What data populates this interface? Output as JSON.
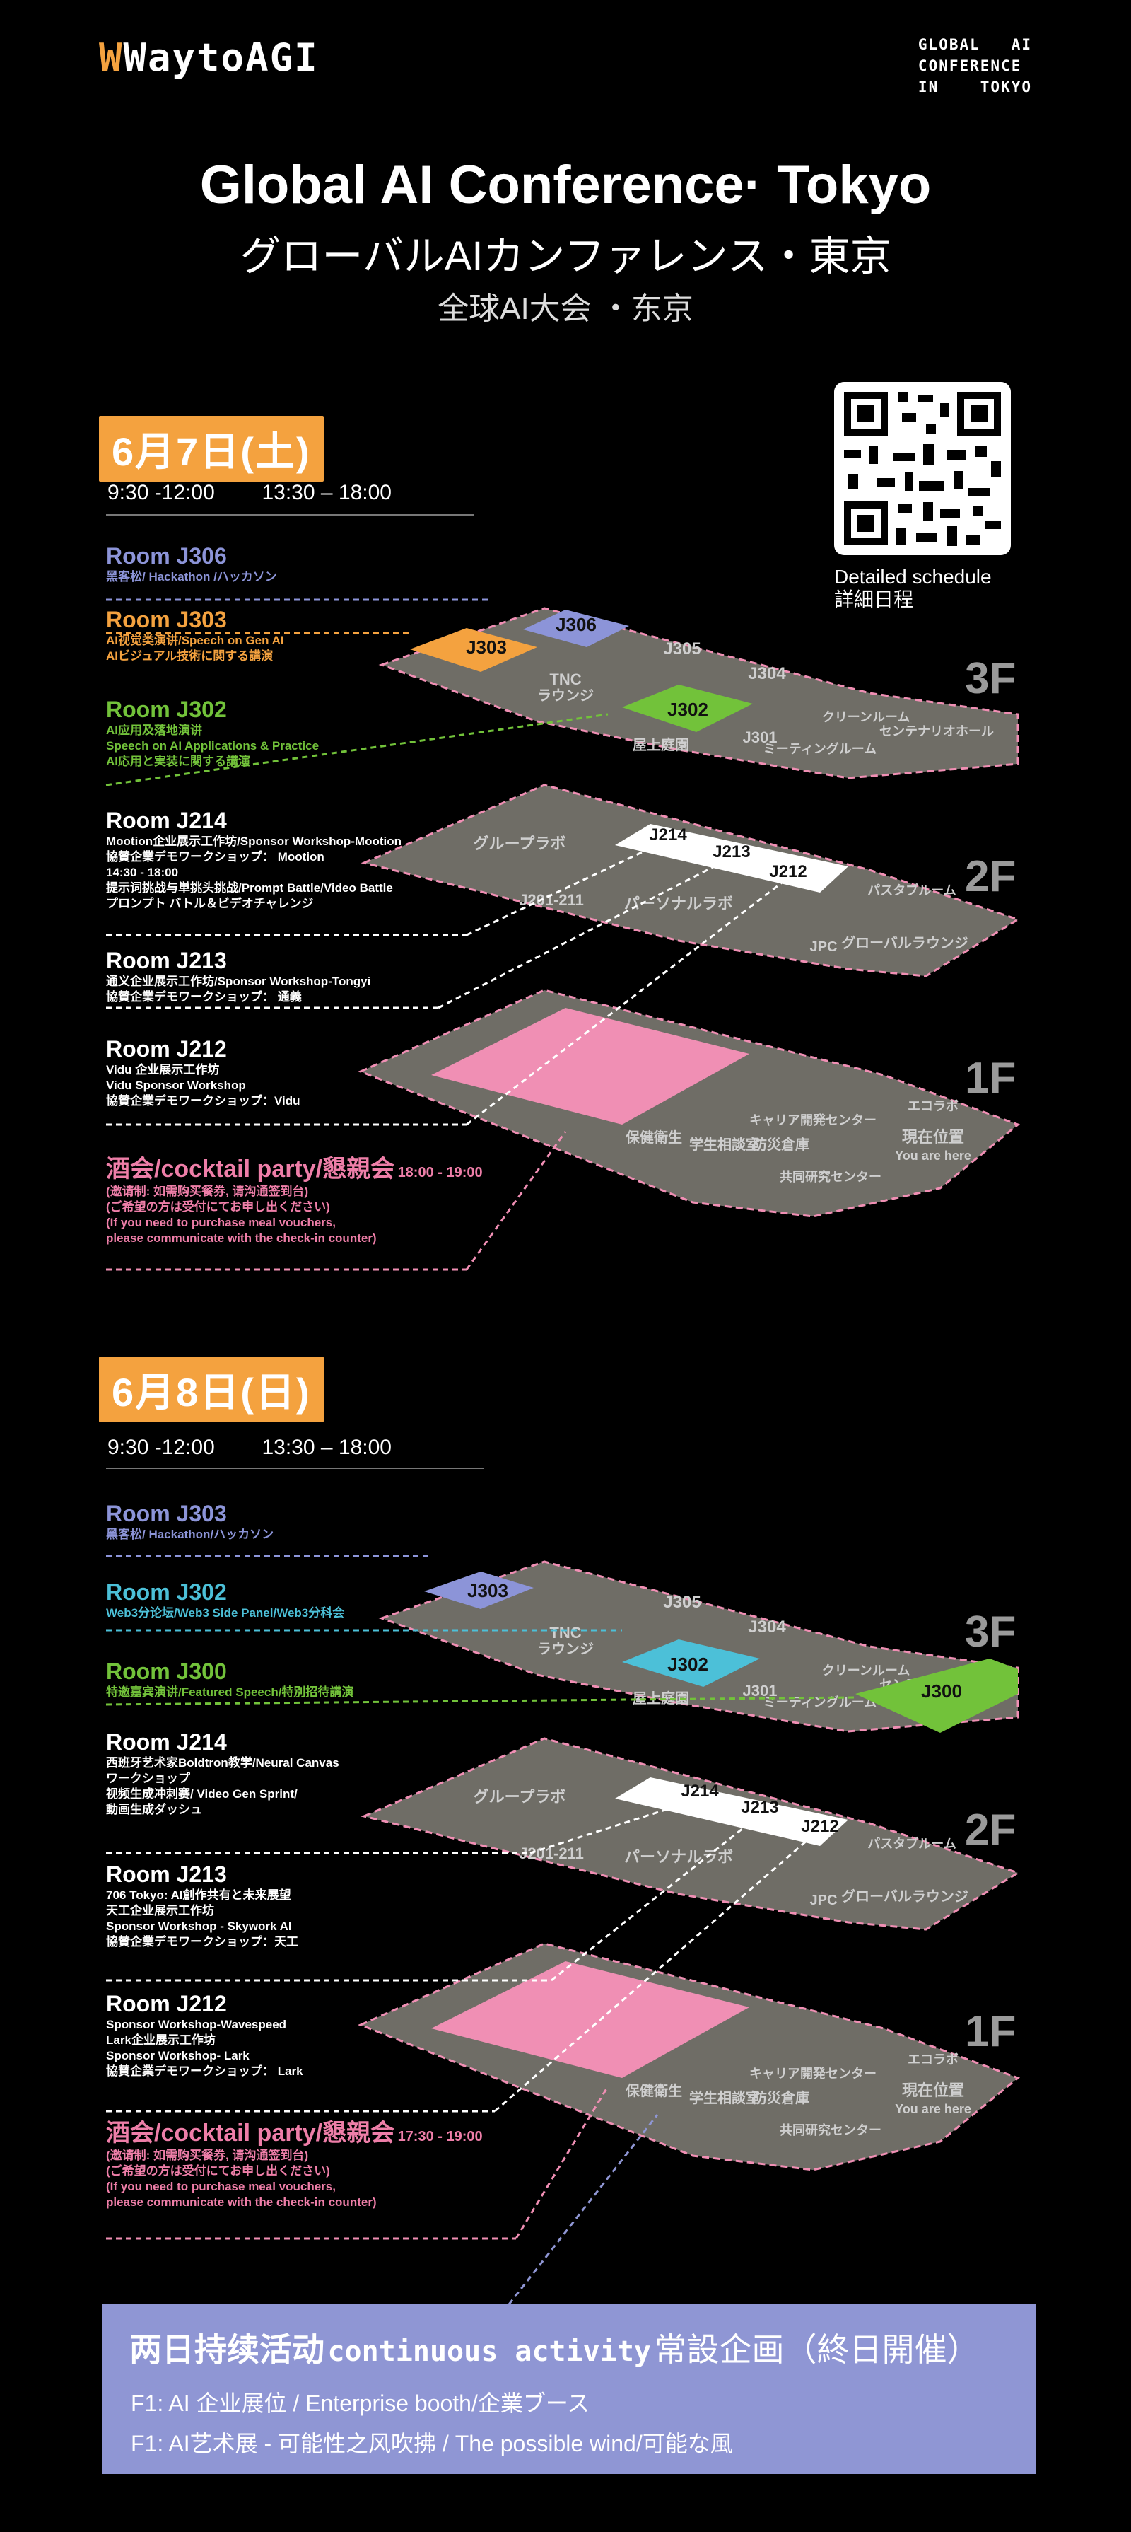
{
  "header": {
    "logo": "WaytoAGI",
    "conference_tag": "GLOBAL   AI\nCONFERENCE\nIN    TOKYO",
    "title_en": "Global AI Conference·  Tokyo",
    "title_ja": "グローバルAIカンファレンス・東京",
    "title_zh": "全球AI大会 ・东京"
  },
  "qr": {
    "label_en": "Detailed schedule",
    "label_ja": "詳細日程"
  },
  "day1": {
    "date": "6月7日(土)",
    "times": "9:30 -12:00        13:30 – 18:00",
    "rooms": [
      {
        "name": "Room J306",
        "color": "#8c94d8",
        "lines": [
          "黑客松/ Hackathon /ハッカソン"
        ]
      },
      {
        "name": "Room J303",
        "color": "#f4a23f",
        "lines": [
          "AI视觉类演讲/Speech on Gen AI",
          "AIビジュアル技術に関する講演"
        ]
      },
      {
        "name": "Room J302",
        "color": "#72c23a",
        "lines": [
          "AI应用及落地演讲",
          "Speech on AI Applications & Practice",
          "AI応用と実装に関する講演"
        ]
      },
      {
        "name": "Room J214",
        "color": "#ffffff",
        "lines": [
          "Mootion企业展示工作坊/Sponsor Workshop-Mootion",
          "協賛企業デモワークショップ： Mootion",
          "14:30 - 18:00",
          "提示词挑战与単挑头挑战/Prompt Battle/Video Battle",
          "プロンプト バトル＆ビデオチャレンジ"
        ]
      },
      {
        "name": "Room J213",
        "color": "#ffffff",
        "lines": [
          "通义企业展示工作坊/Sponsor Workshop-Tongyi",
          "協賛企業デモワークショップ： 通義"
        ]
      },
      {
        "name": "Room J212",
        "color": "#ffffff",
        "lines": [
          "Vidu 企业展示工作坊",
          "Vidu Sponsor Workshop",
          "協賛企業デモワークショップ：Vidu"
        ]
      }
    ],
    "party": {
      "title": "酒会/cocktail party/懇親会",
      "time": "18:00 - 19:00",
      "lines": [
        "(邀请制: 如需购买餐券, 请沟通签到台)",
        "(ご希望の方は受付にてお申し出ください)",
        "(If you need to purchase meal vouchers,",
        "please communicate with the check-in counter)"
      ]
    }
  },
  "day2": {
    "date": "6月8日(日)",
    "times": "9:30 -12:00        13:30 – 18:00",
    "rooms": [
      {
        "name": "Room J303",
        "color": "#8c94d8",
        "lines": [
          "黑客松/ Hackathon/ハッカソン"
        ]
      },
      {
        "name": "Room J302",
        "color": "#4cc0d8",
        "lines": [
          "Web3分论坛/Web3 Side Panel/Web3分科会"
        ]
      },
      {
        "name": "Room J300",
        "color": "#72c23a",
        "lines": [
          "特邀嘉宾演讲/Featured Speech/特別招待講演"
        ]
      },
      {
        "name": "Room J214",
        "color": "#ffffff",
        "lines": [
          "西班牙艺术家Boldtron教学/Neural Canvas",
          "ワークショップ",
          "视频生成冲刺赛/ Video Gen Sprint/",
          "動画生成ダッシュ"
        ]
      },
      {
        "name": "Room J213",
        "color": "#ffffff",
        "lines": [
          "706 Tokyo:  AI創作共有と未来展望",
          "天工企业展示工作坊",
          "Sponsor  Workshop - Skywork AI",
          "協賛企業デモワークショップ：天工"
        ]
      },
      {
        "name": "Room J212",
        "color": "#ffffff",
        "lines": [
          "Sponsor Workshop-Wavespeed",
          "Lark企业展示工作坊",
          "Sponsor Workshop- Lark",
          "協賛企業デモワークショップ： Lark"
        ]
      }
    ],
    "party": {
      "title": "酒会/cocktail party/懇親会",
      "time": "17:30 - 19:00",
      "lines": [
        "(邀请制: 如需购买餐券, 请沟通签到台)",
        "(ご希望の方は受付にてお申し出ください)",
        "(If you need to purchase meal vouchers,",
        "please communicate with the check-in counter)"
      ]
    }
  },
  "map": {
    "floors": [
      "3F",
      "2F",
      "1F"
    ],
    "day1_rooms": {
      "J306": "J306",
      "J303": "J303",
      "J302": "J302",
      "J214": "J214",
      "J213": "J213",
      "J212": "J212"
    },
    "day2_rooms": {
      "J303": "J303",
      "J302": "J302",
      "J300": "J300",
      "J214": "J214",
      "J213": "J213",
      "J212": "J212"
    },
    "labels": [
      "J305",
      "J304",
      "J301",
      "TNC",
      "ラウンジ",
      "屋上庭園",
      "ミーティングルーム",
      "クリーンルーム",
      "センテナリオホール",
      "グループラボ",
      "パーソナルラボ",
      "パスタブルーム",
      "グローバルラウンジ",
      "JPC",
      "キャリア開発センター",
      "エコラボ",
      "現在位置",
      "You are here",
      "保健衛生",
      "学生相談室",
      "防災倉庫",
      "共同研究センター",
      "J201-211"
    ]
  },
  "banner": {
    "title_zh": "两日持续活动",
    "title_en": "continuous activity",
    "title_ja": "常設企画（終日開催）",
    "line1": "F1:  AI 企业展位 / Enterprise booth/企業ブース",
    "line2": "F1:  AI艺术展 - 可能性之风吹拂 / The possible wind/可能な風"
  },
  "colors": {
    "orange": "#f4a23f",
    "blue": "#8c94d8",
    "green": "#72c23a",
    "cyan": "#4cc0d8",
    "pink": "#f08fb4",
    "pinkText": "#ee7ea8",
    "banner": "#8f96d4"
  }
}
